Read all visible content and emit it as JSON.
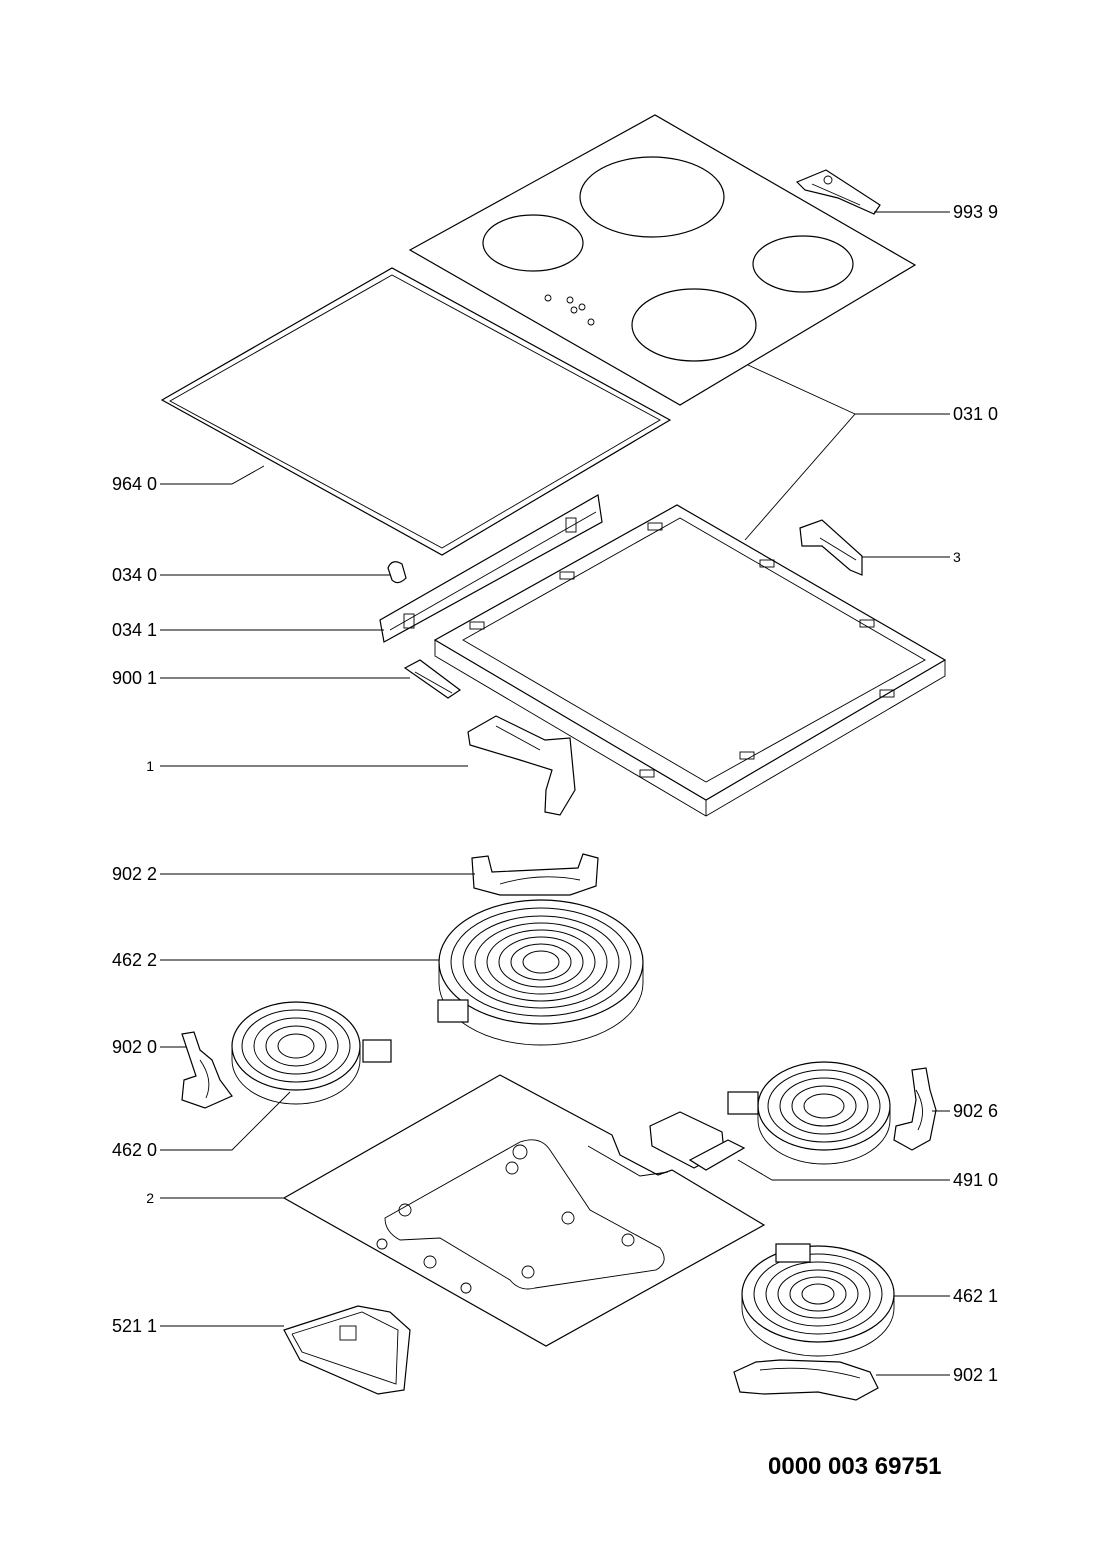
{
  "labels": {
    "l9939": "993 9",
    "l0310": "031 0",
    "l9640": "964 0",
    "l3": "3",
    "l0340": "034 0",
    "l0341": "034 1",
    "l9001": "900 1",
    "l1": "1",
    "l9022": "902 2",
    "l4622": "462 2",
    "l9020": "902 0",
    "l9026": "902 6",
    "l4620": "462 0",
    "l4910": "491 0",
    "l2": "2",
    "l4621": "462 1",
    "l5211": "521 1",
    "l9021": "902 1"
  },
  "document_number": "0000 003 69751"
}
